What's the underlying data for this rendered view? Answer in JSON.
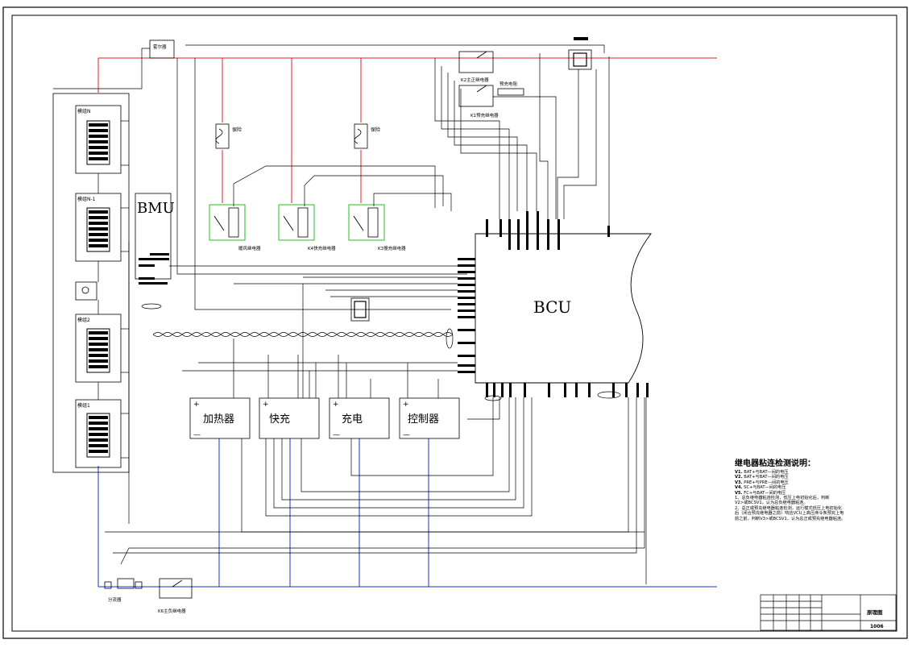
{
  "title_block": {
    "name": "原理图",
    "number": "1006"
  },
  "modules": [
    {
      "id": "m_n",
      "label": "模组N"
    },
    {
      "id": "m_n1",
      "label": "模组N-1"
    },
    {
      "id": "m_2",
      "label": "模组2"
    },
    {
      "id": "m_1",
      "label": "模组1"
    }
  ],
  "controllers": {
    "bmu": "BMU",
    "bcu": "BCU"
  },
  "loads": [
    {
      "id": "heater",
      "label": "加热器"
    },
    {
      "id": "fast",
      "label": "快充"
    },
    {
      "id": "charge",
      "label": "充电"
    },
    {
      "id": "ctrl",
      "label": "控制器"
    }
  ],
  "relays": {
    "fan": "暖风继电器",
    "k4": "K4快充继电器",
    "k3": "K3慢充继电器",
    "k2": "K2主正继电器",
    "k1": "K1预充继电器",
    "k6": "K6主负继电器"
  },
  "components": {
    "fuse_left": "保险",
    "fuse_right": "保险",
    "precharge_resistor": "预充电阻",
    "shunt": "分流器",
    "top_box": "霍尔器"
  },
  "notes": {
    "title": "继电器粘连检测说明：",
    "items": [
      {
        "key": "V1.",
        "text": "BAT+与BAT—间的电压"
      },
      {
        "key": "V2.",
        "text": "BAT+与BAT—间的电压"
      },
      {
        "key": "V3.",
        "text": "PRE+与PRE—间的电压"
      },
      {
        "key": "V4.",
        "text": "SC+与BAT—间的电压"
      },
      {
        "key": "V5.",
        "text": "FC+与BAT—间的电压"
      }
    ],
    "para1": "1、总负继电器粘连检测，低压上电初始化后，判断",
    "para1b": "V2>或BCSV1，认为总负继电器粘连。",
    "para2": "2、总正或预充继电器粘连检测，运行模式低压上电初始化",
    "para2b": "后（闭合预充继电器之前）响应VCU上高压命令条预充上电",
    "para2c": "前之前，判断V3>或BCSV1，认为总正或预充继电器粘连。"
  }
}
